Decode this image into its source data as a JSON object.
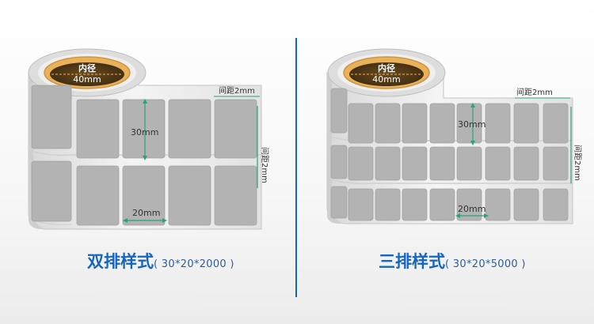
{
  "left_roll": {
    "core_label": "内径",
    "core_size": "40mm",
    "label_height": "30mm",
    "label_width": "20mm",
    "gap_horizontal": "间距2mm",
    "gap_vertical": "间距2mm",
    "caption_title": "双排样式",
    "caption_spec": "( 30*20*2000 )"
  },
  "right_roll": {
    "core_label": "内径",
    "core_size": "40mm",
    "label_height": "30mm",
    "label_width": "20mm",
    "gap_horizontal": "间距2mm",
    "gap_vertical": "间距2mm",
    "caption_title": "三排样式",
    "caption_spec": "( 30*20*5000 )"
  },
  "colors": {
    "accent": "#1565c0",
    "label_fill": "#b3b3b3",
    "core": "#e9b25a",
    "divider": "#1565c0"
  }
}
